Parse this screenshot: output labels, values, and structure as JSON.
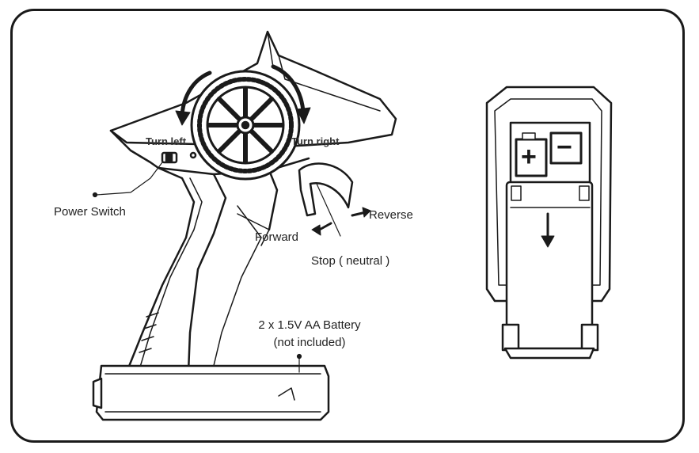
{
  "labels": {
    "turn_left": "Turn left",
    "turn_right": "Turn right",
    "power_switch": "Power Switch",
    "forward": "Forward",
    "reverse": "Reverse",
    "stop": "Stop ( neutral )",
    "battery_line1": "2 x 1.5V AA Battery",
    "battery_line2": "(not included)",
    "plus": "+",
    "minus": "−"
  },
  "colors": {
    "ink": "#1a1a1a",
    "fill": "#ffffff"
  }
}
